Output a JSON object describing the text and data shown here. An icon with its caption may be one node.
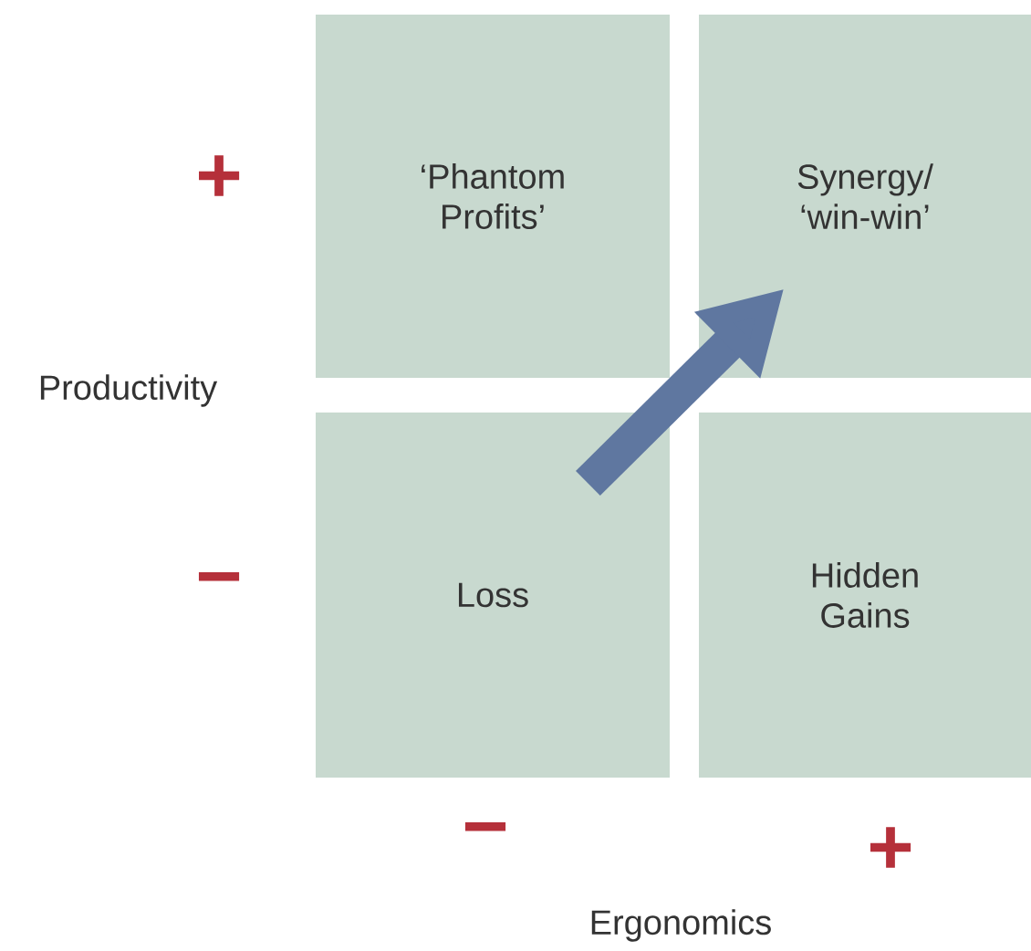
{
  "diagram": {
    "nodes": [
      {
        "text": [
          "‘Phantom Profits’"
        ]
      },
      {
        "text": [
          "Synergy/ ‘win-win’"
        ]
      },
      {
        "text": [
          "Loss"
        ]
      },
      {
        "text": [
          "Hidden Gains"
        ]
      }
    ],
    "edges": [
      {
        "from": 2,
        "to": 1,
        "arrow": "to",
        "color": "#5f77a0"
      }
    ],
    "labels": [
      "+",
      "Productivity",
      "−",
      "−",
      "+",
      "Ergonomics"
    ]
  }
}
